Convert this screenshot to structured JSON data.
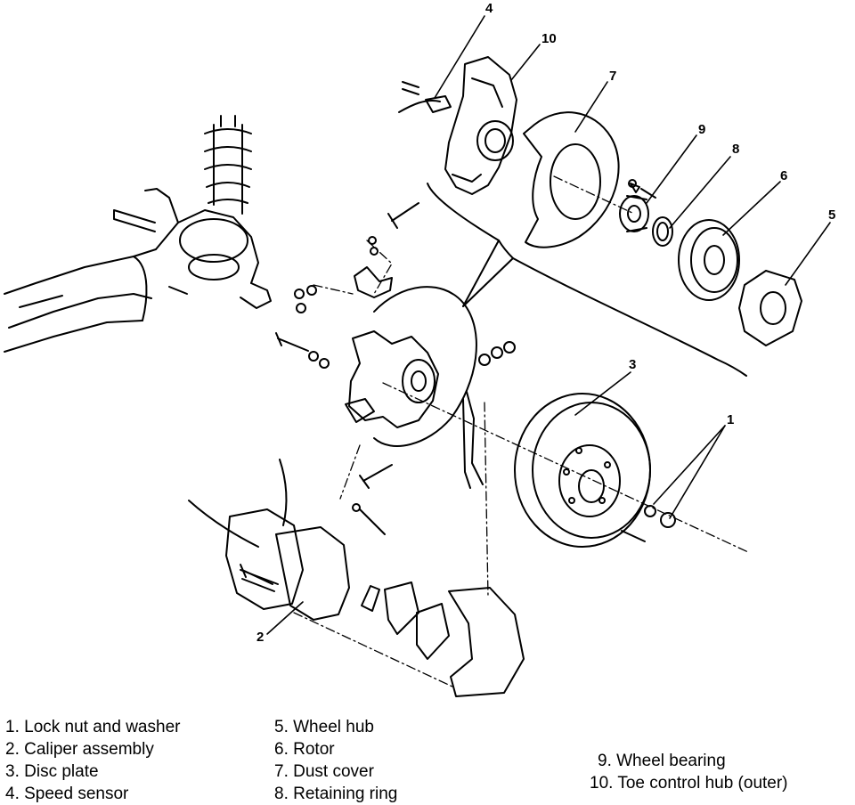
{
  "callouts": {
    "c1": "1",
    "c2": "2",
    "c3": "3",
    "c4": "4",
    "c5": "5",
    "c6": "6",
    "c7": "7",
    "c8": "8",
    "c9": "9",
    "c10": "10"
  },
  "legend": {
    "col1": [
      "1. Lock nut and washer",
      "2. Caliper assembly",
      "3. Disc plate",
      "4. Speed sensor"
    ],
    "col2": [
      "5. Wheel hub",
      "6. Rotor",
      "7. Dust cover",
      "8. Retaining ring"
    ],
    "col3": [
      "9. Wheel bearing",
      "10. Toe control hub (outer)"
    ]
  }
}
